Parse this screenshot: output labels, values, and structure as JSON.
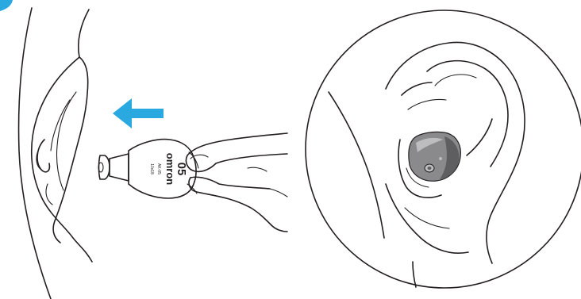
{
  "device": {
    "model_number": "05",
    "brand": "omron",
    "model_code": "AK-05",
    "size": "10x18"
  },
  "colors": {
    "accent_arrow": "#2aa8e0",
    "ink": "#231f20",
    "aid_gray": "#8a8a8c",
    "aid_dark": "#5e5e60",
    "aid_light": "#bdbdbf"
  },
  "icons": {
    "insert_direction": "arrow-left-icon"
  }
}
